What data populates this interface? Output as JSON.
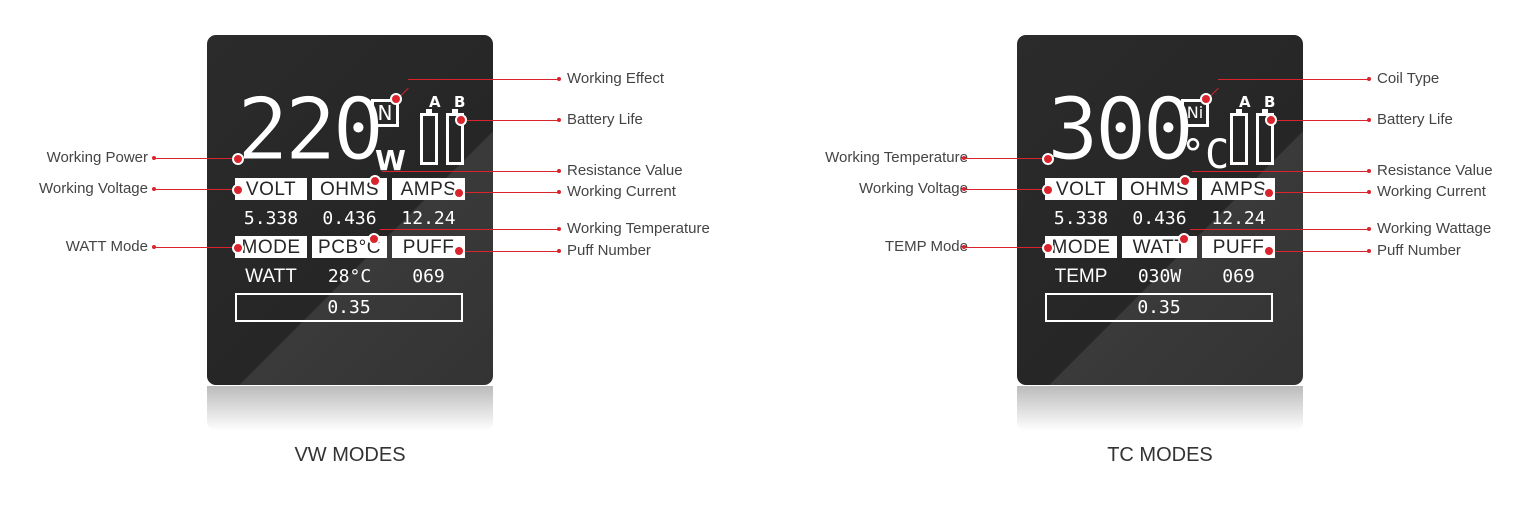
{
  "vw": {
    "caption": "VW MODES",
    "display": {
      "main_value": "220",
      "coil_type": "N",
      "unit": "W",
      "battery_a": "A",
      "battery_b": "B",
      "row1_labels": [
        "VOLT",
        "OHMS",
        "AMPS"
      ],
      "row1_values": [
        "5.338",
        "0.436",
        "12.24"
      ],
      "row2_labels": [
        "MODE",
        "PCB°C",
        "PUFF"
      ],
      "row2_values": [
        "WATT",
        "28°C",
        "069"
      ],
      "resistance_bar": "0.35"
    },
    "callouts": {
      "working_effect": "Working Effect",
      "battery_life": "Battery Life",
      "working_power": "Working Power",
      "resistance_value": "Resistance Value",
      "working_voltage": "Working Voltage",
      "working_current": "Working Current",
      "working_temperature": "Working Temperature",
      "watt_mode": "WATT Mode",
      "puff_number": "Puff Number"
    }
  },
  "tc": {
    "caption": "TC MODES",
    "display": {
      "main_value": "300",
      "coil_type": "Ni",
      "unit": "°C",
      "battery_a": "A",
      "battery_b": "B",
      "row1_labels": [
        "VOLT",
        "OHMS",
        "AMPS"
      ],
      "row1_values": [
        "5.338",
        "0.436",
        "12.24"
      ],
      "row2_labels": [
        "MODE",
        "WATT",
        "PUFF"
      ],
      "row2_values": [
        "TEMP",
        "030W",
        "069"
      ],
      "resistance_bar": "0.35"
    },
    "callouts": {
      "coil_type": "Coil Type",
      "battery_life": "Battery Life",
      "working_temperature": "Working Temperature",
      "resistance_value": "Resistance Value",
      "working_voltage": "Working Voltage",
      "working_current": "Working Current",
      "working_wattage": "Working Wattage",
      "temp_mode": "TEMP Mode",
      "puff_number": "Puff Number"
    }
  },
  "colors": {
    "callout_red": "#d9232d",
    "screen_dark": "#262626",
    "text_gray": "#444444"
  }
}
